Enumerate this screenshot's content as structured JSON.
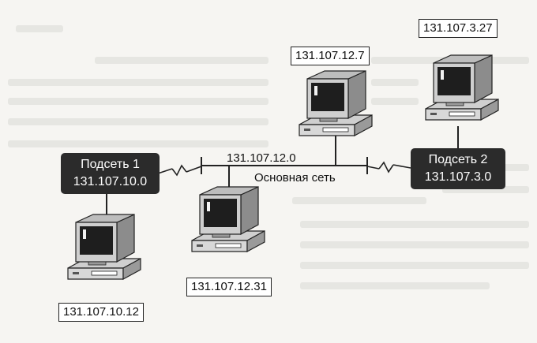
{
  "subnets": [
    {
      "name": "Подсеть 1",
      "address": "131.107.10.0"
    },
    {
      "name": "Подсеть 2",
      "address": "131.107.3.0"
    }
  ],
  "backbone": {
    "address": "131.107.12.0",
    "name": "Основная сеть"
  },
  "hosts": [
    {
      "address": "131.107.10.12"
    },
    {
      "address": "131.107.12.31"
    },
    {
      "address": "131.107.12.7"
    },
    {
      "address": "131.107.3.27"
    }
  ],
  "icons": [
    "computer-icon",
    "network-link-icon"
  ],
  "colors": {
    "subnet_box": "#2b2b2b",
    "background": "#f6f5f2",
    "line": "#222222"
  }
}
